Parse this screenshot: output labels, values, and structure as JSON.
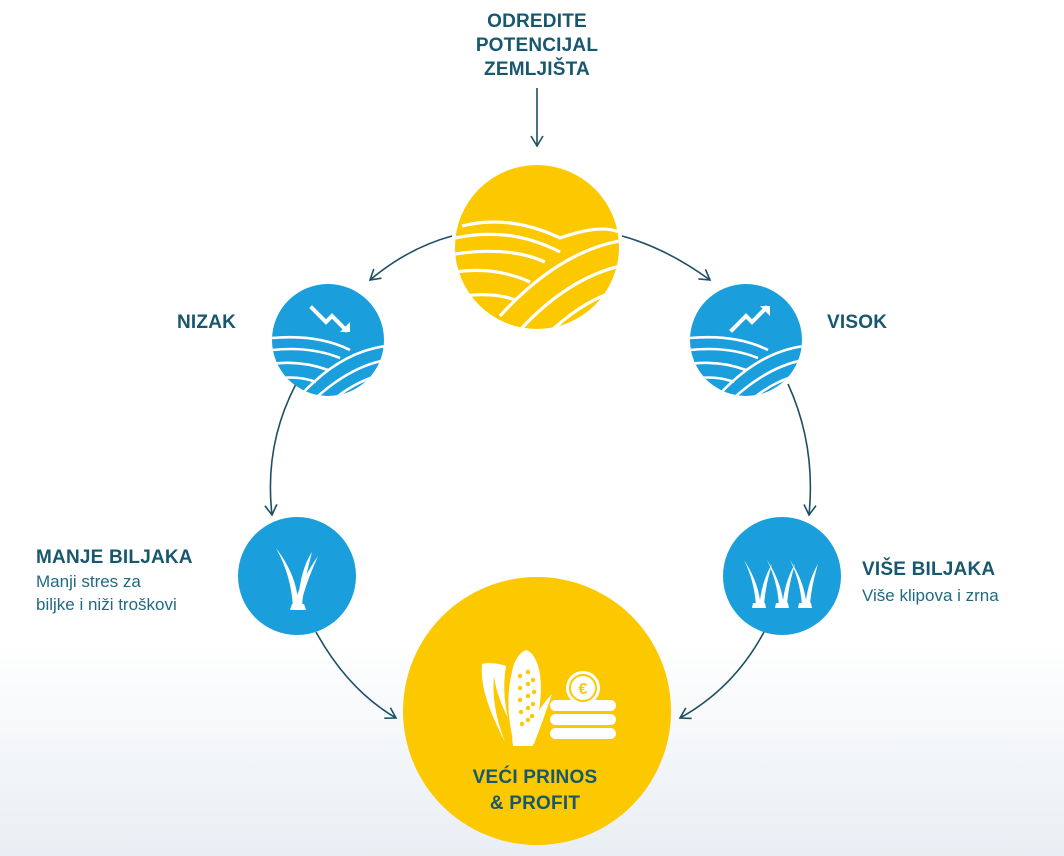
{
  "colors": {
    "yellow": "#fcc800",
    "blue": "#1a9fdc",
    "text": "#17586e",
    "arrow": "#1d4f66"
  },
  "top": {
    "lines": [
      "ODREDITE",
      "POTENCIJAL",
      "ZEMLJIŠTA"
    ],
    "icon": "field-sun-icon"
  },
  "left_mid": {
    "title": "NIZAK",
    "icon": "trend-down-field-icon"
  },
  "right_mid": {
    "title": "VISOK",
    "icon": "trend-up-field-icon"
  },
  "left_bottom": {
    "title": "MANJE BILJAKA",
    "desc_lines": [
      "Manji stres za",
      "biljke i niži troškovi"
    ],
    "icon": "single-plant-icon"
  },
  "right_bottom": {
    "title": "VIŠE BILJAKA",
    "desc": "Više klipova i zrna",
    "icon": "multiple-plants-icon"
  },
  "center": {
    "lines": [
      "VEĆI PRINOS",
      "& PROFIT"
    ],
    "icons": [
      "corn-icon",
      "euro-coins-icon"
    ],
    "currency_symbol": "€"
  }
}
